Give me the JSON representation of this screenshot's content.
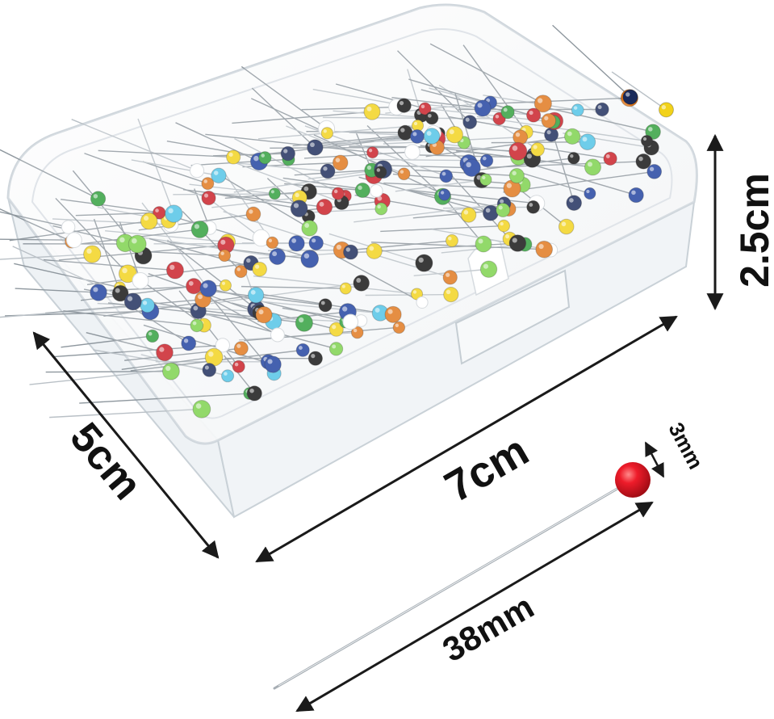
{
  "product": {
    "description": "Clear plastic box of ball-head sewing pins"
  },
  "dimensions": {
    "box_length": "7cm",
    "box_width": "5cm",
    "box_height": "2.5cm",
    "pin_length": "38mm",
    "head_diameter": "3mm"
  },
  "colors": {
    "background": "#ffffff",
    "box_plastic": "#f4f6f8",
    "box_edge": "#cfd6dc",
    "pin_steel": "#9aa3aa",
    "arrow": "#1a1a1a",
    "featured_pin_head": "#e01020",
    "head_palette": [
      "#1d3f9e",
      "#2e9e3a",
      "#f2d21a",
      "#ffffff",
      "#111111",
      "#e0761a",
      "#c81c24",
      "#4fc3e6",
      "#7ad14a",
      "#1a2a5a"
    ]
  }
}
